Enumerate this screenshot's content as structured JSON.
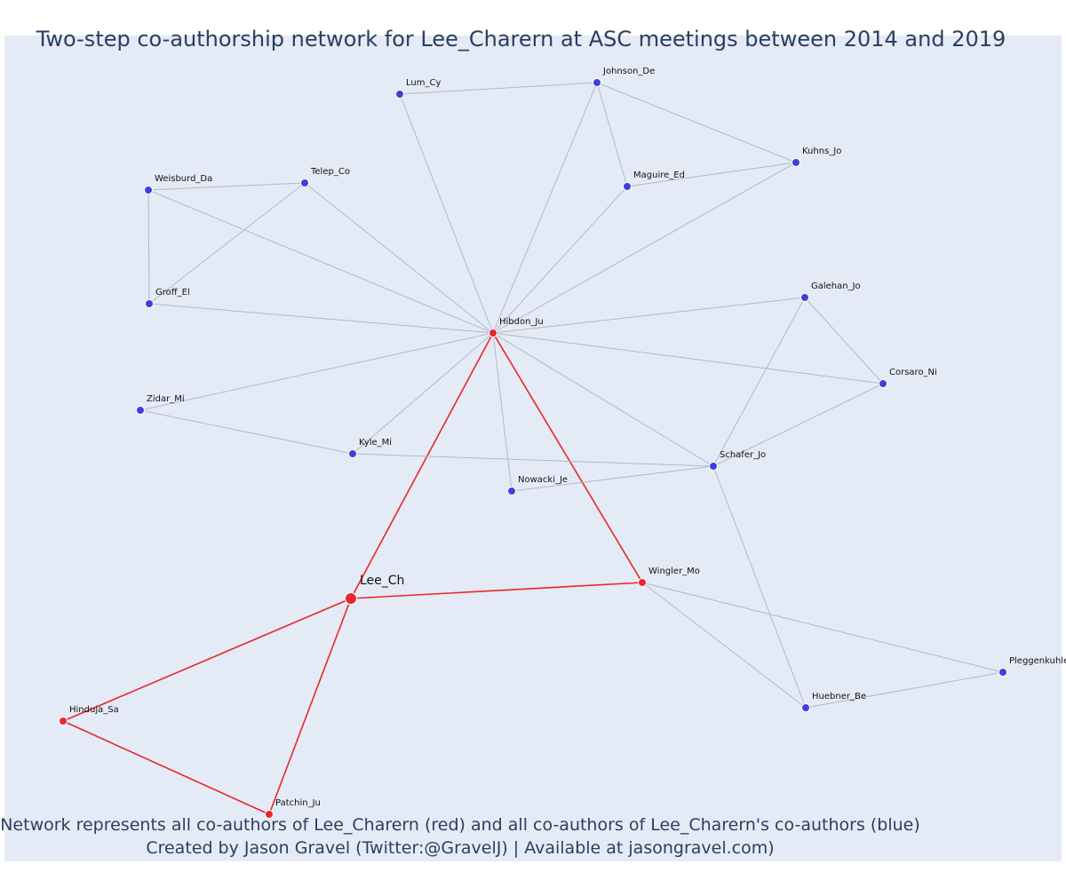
{
  "title": "Two-step co-authorship network for Lee_Charern at ASC meetings between 2014 and 2019",
  "captions": {
    "line1": "Network represents all co-authors of Lee_Charern (red) and all co-authors of Lee_Charern's co-authors (blue)",
    "line2": "Created by Jason Gravel (Twitter:@GravelJ) | Available at jasongravel.com)"
  },
  "colors": {
    "first_degree": "#e8262b",
    "second_degree": "#3d41d9",
    "first_degree_edge": "#e8262b",
    "second_degree_edge": "#b3b8c8",
    "background": "#e5ebf6"
  },
  "nodes": [
    {
      "id": "Lee_Ch",
      "label": "Lee_Ch",
      "group": "ego"
    },
    {
      "id": "Hibdon_Ju",
      "label": "Hibdon_Ju",
      "group": "first"
    },
    {
      "id": "Wingler_Mo",
      "label": "Wingler_Mo",
      "group": "first"
    },
    {
      "id": "Hinduja_Sa",
      "label": "Hinduja_Sa",
      "group": "first"
    },
    {
      "id": "Patchin_Ju",
      "label": "Patchin_Ju",
      "group": "first"
    },
    {
      "id": "Lum_Cy",
      "label": "Lum_Cy",
      "group": "second"
    },
    {
      "id": "Johnson_De",
      "label": "Johnson_De",
      "group": "second"
    },
    {
      "id": "Kuhns_Jo",
      "label": "Kuhns_Jo",
      "group": "second"
    },
    {
      "id": "Maguire_Ed",
      "label": "Maguire_Ed",
      "group": "second"
    },
    {
      "id": "Weisburd_Da",
      "label": "Weisburd_Da",
      "group": "second"
    },
    {
      "id": "Telep_Co",
      "label": "Telep_Co",
      "group": "second"
    },
    {
      "id": "Groff_El",
      "label": "Groff_El",
      "group": "second"
    },
    {
      "id": "Galehan_Jo",
      "label": "Galehan_Jo",
      "group": "second"
    },
    {
      "id": "Corsaro_Ni",
      "label": "Corsaro_Ni",
      "group": "second"
    },
    {
      "id": "Zidar_Mi",
      "label": "Zidar_Mi",
      "group": "second"
    },
    {
      "id": "Kyle_Mi",
      "label": "Kyle_Mi",
      "group": "second"
    },
    {
      "id": "Schafer_Jo",
      "label": "Schafer_Jo",
      "group": "second"
    },
    {
      "id": "Nowacki_Je",
      "label": "Nowacki_Je",
      "group": "second"
    },
    {
      "id": "Pleggenkuhle",
      "label": "Pleggenkuhle",
      "group": "second"
    },
    {
      "id": "Huebner_Be",
      "label": "Huebner_Be",
      "group": "second"
    }
  ],
  "edges": [
    [
      "Lee_Ch",
      "Hibdon_Ju"
    ],
    [
      "Lee_Ch",
      "Wingler_Mo"
    ],
    [
      "Lee_Ch",
      "Hinduja_Sa"
    ],
    [
      "Lee_Ch",
      "Patchin_Ju"
    ],
    [
      "Hibdon_Ju",
      "Wingler_Mo"
    ],
    [
      "Hinduja_Sa",
      "Patchin_Ju"
    ],
    [
      "Hibdon_Ju",
      "Lum_Cy"
    ],
    [
      "Hibdon_Ju",
      "Johnson_De"
    ],
    [
      "Hibdon_Ju",
      "Maguire_Ed"
    ],
    [
      "Hibdon_Ju",
      "Kuhns_Jo"
    ],
    [
      "Hibdon_Ju",
      "Weisburd_Da"
    ],
    [
      "Hibdon_Ju",
      "Telep_Co"
    ],
    [
      "Hibdon_Ju",
      "Groff_El"
    ],
    [
      "Hibdon_Ju",
      "Galehan_Jo"
    ],
    [
      "Hibdon_Ju",
      "Corsaro_Ni"
    ],
    [
      "Hibdon_Ju",
      "Zidar_Mi"
    ],
    [
      "Hibdon_Ju",
      "Kyle_Mi"
    ],
    [
      "Hibdon_Ju",
      "Nowacki_Je"
    ],
    [
      "Hibdon_Ju",
      "Schafer_Jo"
    ],
    [
      "Lum_Cy",
      "Johnson_De"
    ],
    [
      "Johnson_De",
      "Kuhns_Jo"
    ],
    [
      "Johnson_De",
      "Maguire_Ed"
    ],
    [
      "Maguire_Ed",
      "Kuhns_Jo"
    ],
    [
      "Weisburd_Da",
      "Telep_Co"
    ],
    [
      "Weisburd_Da",
      "Groff_El"
    ],
    [
      "Telep_Co",
      "Groff_El"
    ],
    [
      "Galehan_Jo",
      "Corsaro_Ni"
    ],
    [
      "Galehan_Jo",
      "Schafer_Jo"
    ],
    [
      "Corsaro_Ni",
      "Schafer_Jo"
    ],
    [
      "Zidar_Mi",
      "Kyle_Mi"
    ],
    [
      "Kyle_Mi",
      "Schafer_Jo"
    ],
    [
      "Nowacki_Je",
      "Schafer_Jo"
    ],
    [
      "Schafer_Jo",
      "Huebner_Be"
    ],
    [
      "Wingler_Mo",
      "Pleggenkuhle"
    ],
    [
      "Wingler_Mo",
      "Huebner_Be"
    ],
    [
      "Pleggenkuhle",
      "Huebner_Be"
    ]
  ]
}
